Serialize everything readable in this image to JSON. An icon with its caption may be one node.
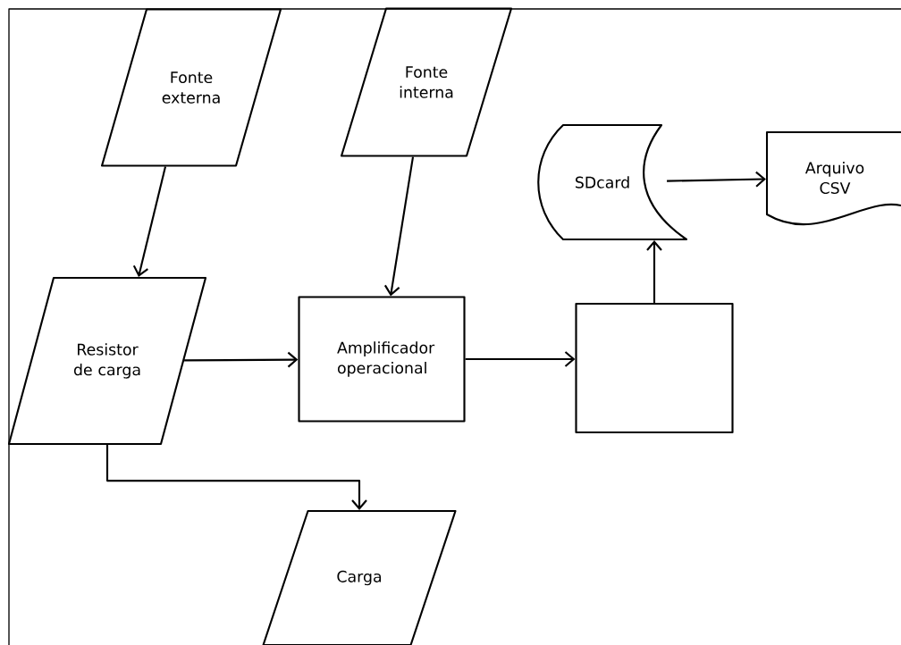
{
  "diagram": {
    "nodes": [
      {
        "text": [
          "Fonte externa"
        ]
      },
      {
        "text": [
          "Fonte interna"
        ]
      },
      {
        "text": [
          "Resistor de carga"
        ]
      },
      {
        "text": [
          "Amplificador operacional"
        ]
      },
      {
        "text": [],
        "shape": "box"
      },
      {
        "text": [
          "SDcard"
        ]
      },
      {
        "text": [
          "Arquivo CSV"
        ]
      },
      {
        "text": [
          "Carga"
        ]
      }
    ],
    "edges": [
      {
        "from": 0,
        "to": 2,
        "arrow": "to"
      },
      {
        "from": 1,
        "to": 3,
        "arrow": "to"
      },
      {
        "from": 2,
        "to": 3,
        "arrow": "to"
      },
      {
        "from": 3,
        "to": 4,
        "arrow": "to"
      },
      {
        "from": 4,
        "to": 5,
        "arrow": "to"
      },
      {
        "from": 5,
        "to": 6,
        "arrow": "to"
      },
      {
        "from": 2,
        "to": 7,
        "arrow": "to"
      }
    ]
  }
}
